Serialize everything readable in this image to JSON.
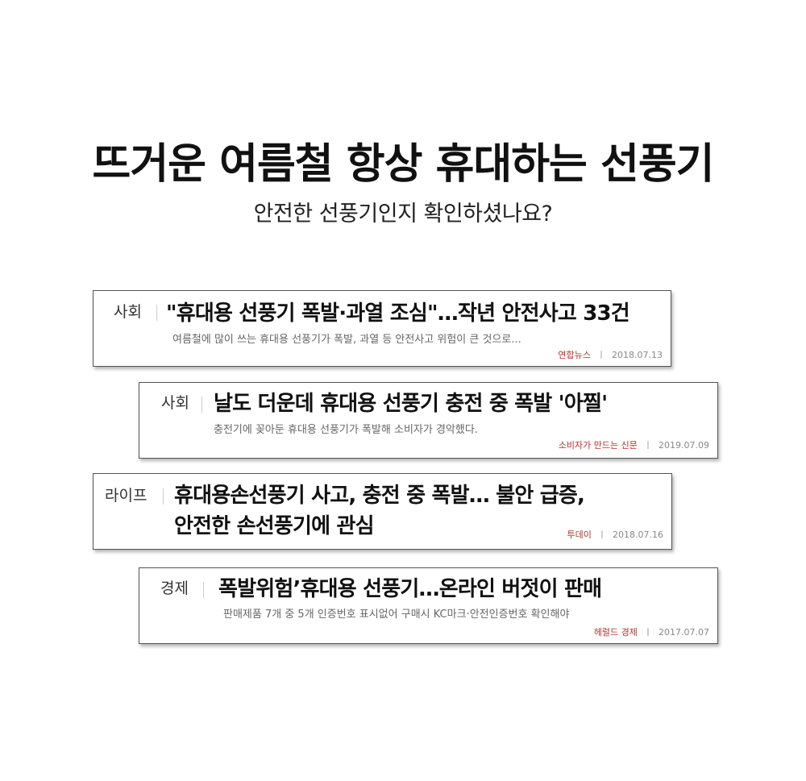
{
  "header": {
    "title": "뜨거운 여름철 항상 휴대하는 선풍기",
    "subtitle": "안전한 선풍기인지 확인하셨나요?"
  },
  "articles": [
    {
      "category": "사회",
      "headline": "\"휴대용 선풍기 폭발·과열 조심\"…작년 안전사고 33건",
      "snippet": "여름철에 많이 쓰는 휴대용 선풍기가 폭발, 과열 등 안전사고 위험이 큰 것으로...",
      "source": "연합뉴스",
      "separator": "ㅣ",
      "date": "2018.07.13"
    },
    {
      "category": "사회",
      "headline": "날도 더운데 휴대용 선풍기 충전 중 폭발 '아찔'",
      "snippet": "충전기에 꽂아둔 휴대용 선풍기가 폭발해 소비자가 경악했다.",
      "source": "소비자가 만드는 신문",
      "separator": "ㅣ",
      "date": "2019.07.09"
    },
    {
      "category": "라이프",
      "headline": "휴대용손선풍기 사고, 충전 중 폭발… 불안 급증,\n안전한 손선풍기에 관심",
      "snippet": "",
      "source": "투데이",
      "separator": "ㅣ",
      "date": "2018.07.16"
    },
    {
      "category": "경제",
      "headline": "폭발위험’휴대용 선풍기…온라인 버젓이 판매",
      "snippet": "판매제품 7개 중 5개 인증번호 표시없어 구매시 KC마크·안전인증번호 확인해야",
      "source": "헤럴드 경제",
      "separator": "ㅣ",
      "date": "2017.07.07"
    }
  ],
  "colors": {
    "source": "#b5322b",
    "card_border": "#555555",
    "title": "#111111"
  }
}
